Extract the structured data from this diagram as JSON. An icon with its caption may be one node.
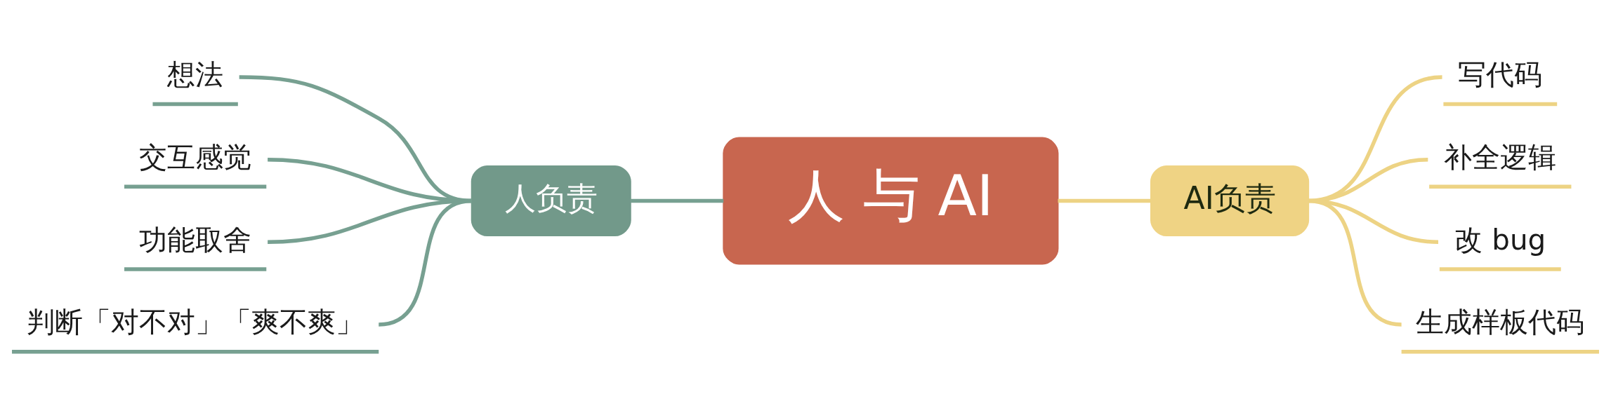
{
  "diagram": {
    "nodes": [
      {
        "text": [
          "人 与 AI"
        ]
      },
      {
        "text": [
          "人负责"
        ]
      },
      {
        "text": [
          "想法"
        ]
      },
      {
        "text": [
          "交互感觉"
        ]
      },
      {
        "text": [
          "功能取舍"
        ]
      },
      {
        "text": [
          "判断「对不对」「爽不爽」"
        ]
      },
      {
        "text": [
          "AI负责"
        ]
      },
      {
        "text": [
          "写代码"
        ]
      },
      {
        "text": [
          "补全逻辑"
        ]
      },
      {
        "text": [
          "改 bug"
        ]
      },
      {
        "text": [
          "生成样板代码"
        ]
      }
    ],
    "edges": [
      {
        "from": 0,
        "to": 1,
        "arrow": "none",
        "color": "#77a091"
      },
      {
        "from": 1,
        "to": 2,
        "arrow": "none",
        "color": "#77a091"
      },
      {
        "from": 1,
        "to": 3,
        "arrow": "none",
        "color": "#77a091"
      },
      {
        "from": 1,
        "to": 4,
        "arrow": "none",
        "color": "#77a091"
      },
      {
        "from": 1,
        "to": 5,
        "arrow": "none",
        "color": "#77a091"
      },
      {
        "from": 0,
        "to": 6,
        "arrow": "none",
        "color": "#edd384"
      },
      {
        "from": 6,
        "to": 7,
        "arrow": "none",
        "color": "#edd384"
      },
      {
        "from": 6,
        "to": 8,
        "arrow": "none",
        "color": "#edd384"
      },
      {
        "from": 6,
        "to": 9,
        "arrow": "none",
        "color": "#edd384"
      },
      {
        "from": 6,
        "to": 10,
        "arrow": "none",
        "color": "#edd384"
      }
    ]
  }
}
